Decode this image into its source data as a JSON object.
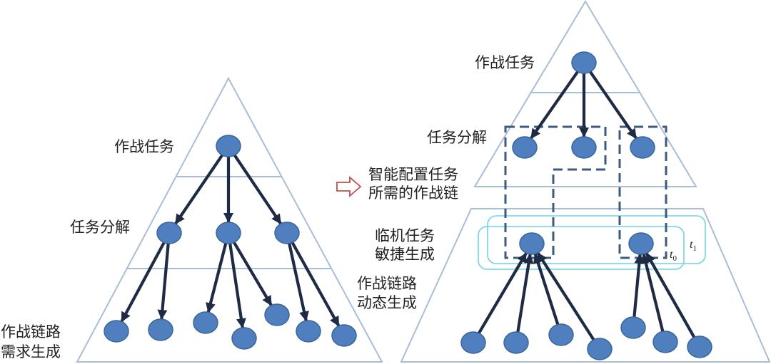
{
  "left_pyramid": {
    "labels": {
      "task": "作战任务",
      "decompose": "任务分解",
      "chain_line1": "作战链路",
      "chain_line2": "需求生成"
    }
  },
  "transition": {
    "line1": "智能配置任务",
    "line2": "所需的作战链"
  },
  "right_pyramid": {
    "labels": {
      "task": "作战任务",
      "decompose": "任务分解",
      "adhoc_line1": "临机任务",
      "adhoc_line2": "敏捷生成",
      "chain_line1": "作战链路",
      "chain_line2": "动态生成"
    },
    "time_labels": {
      "t0": "t",
      "t0_sub": "0",
      "t1": "t",
      "t1_sub": "1"
    }
  },
  "colors": {
    "outline": "#a9bdd6",
    "node_fill": "#4f7fbf",
    "node_stroke": "#3a6599",
    "arrow": "#1f2a44",
    "dashed": "#3d5a80",
    "window": "#6fd3e8",
    "transition": "#c0504d"
  }
}
